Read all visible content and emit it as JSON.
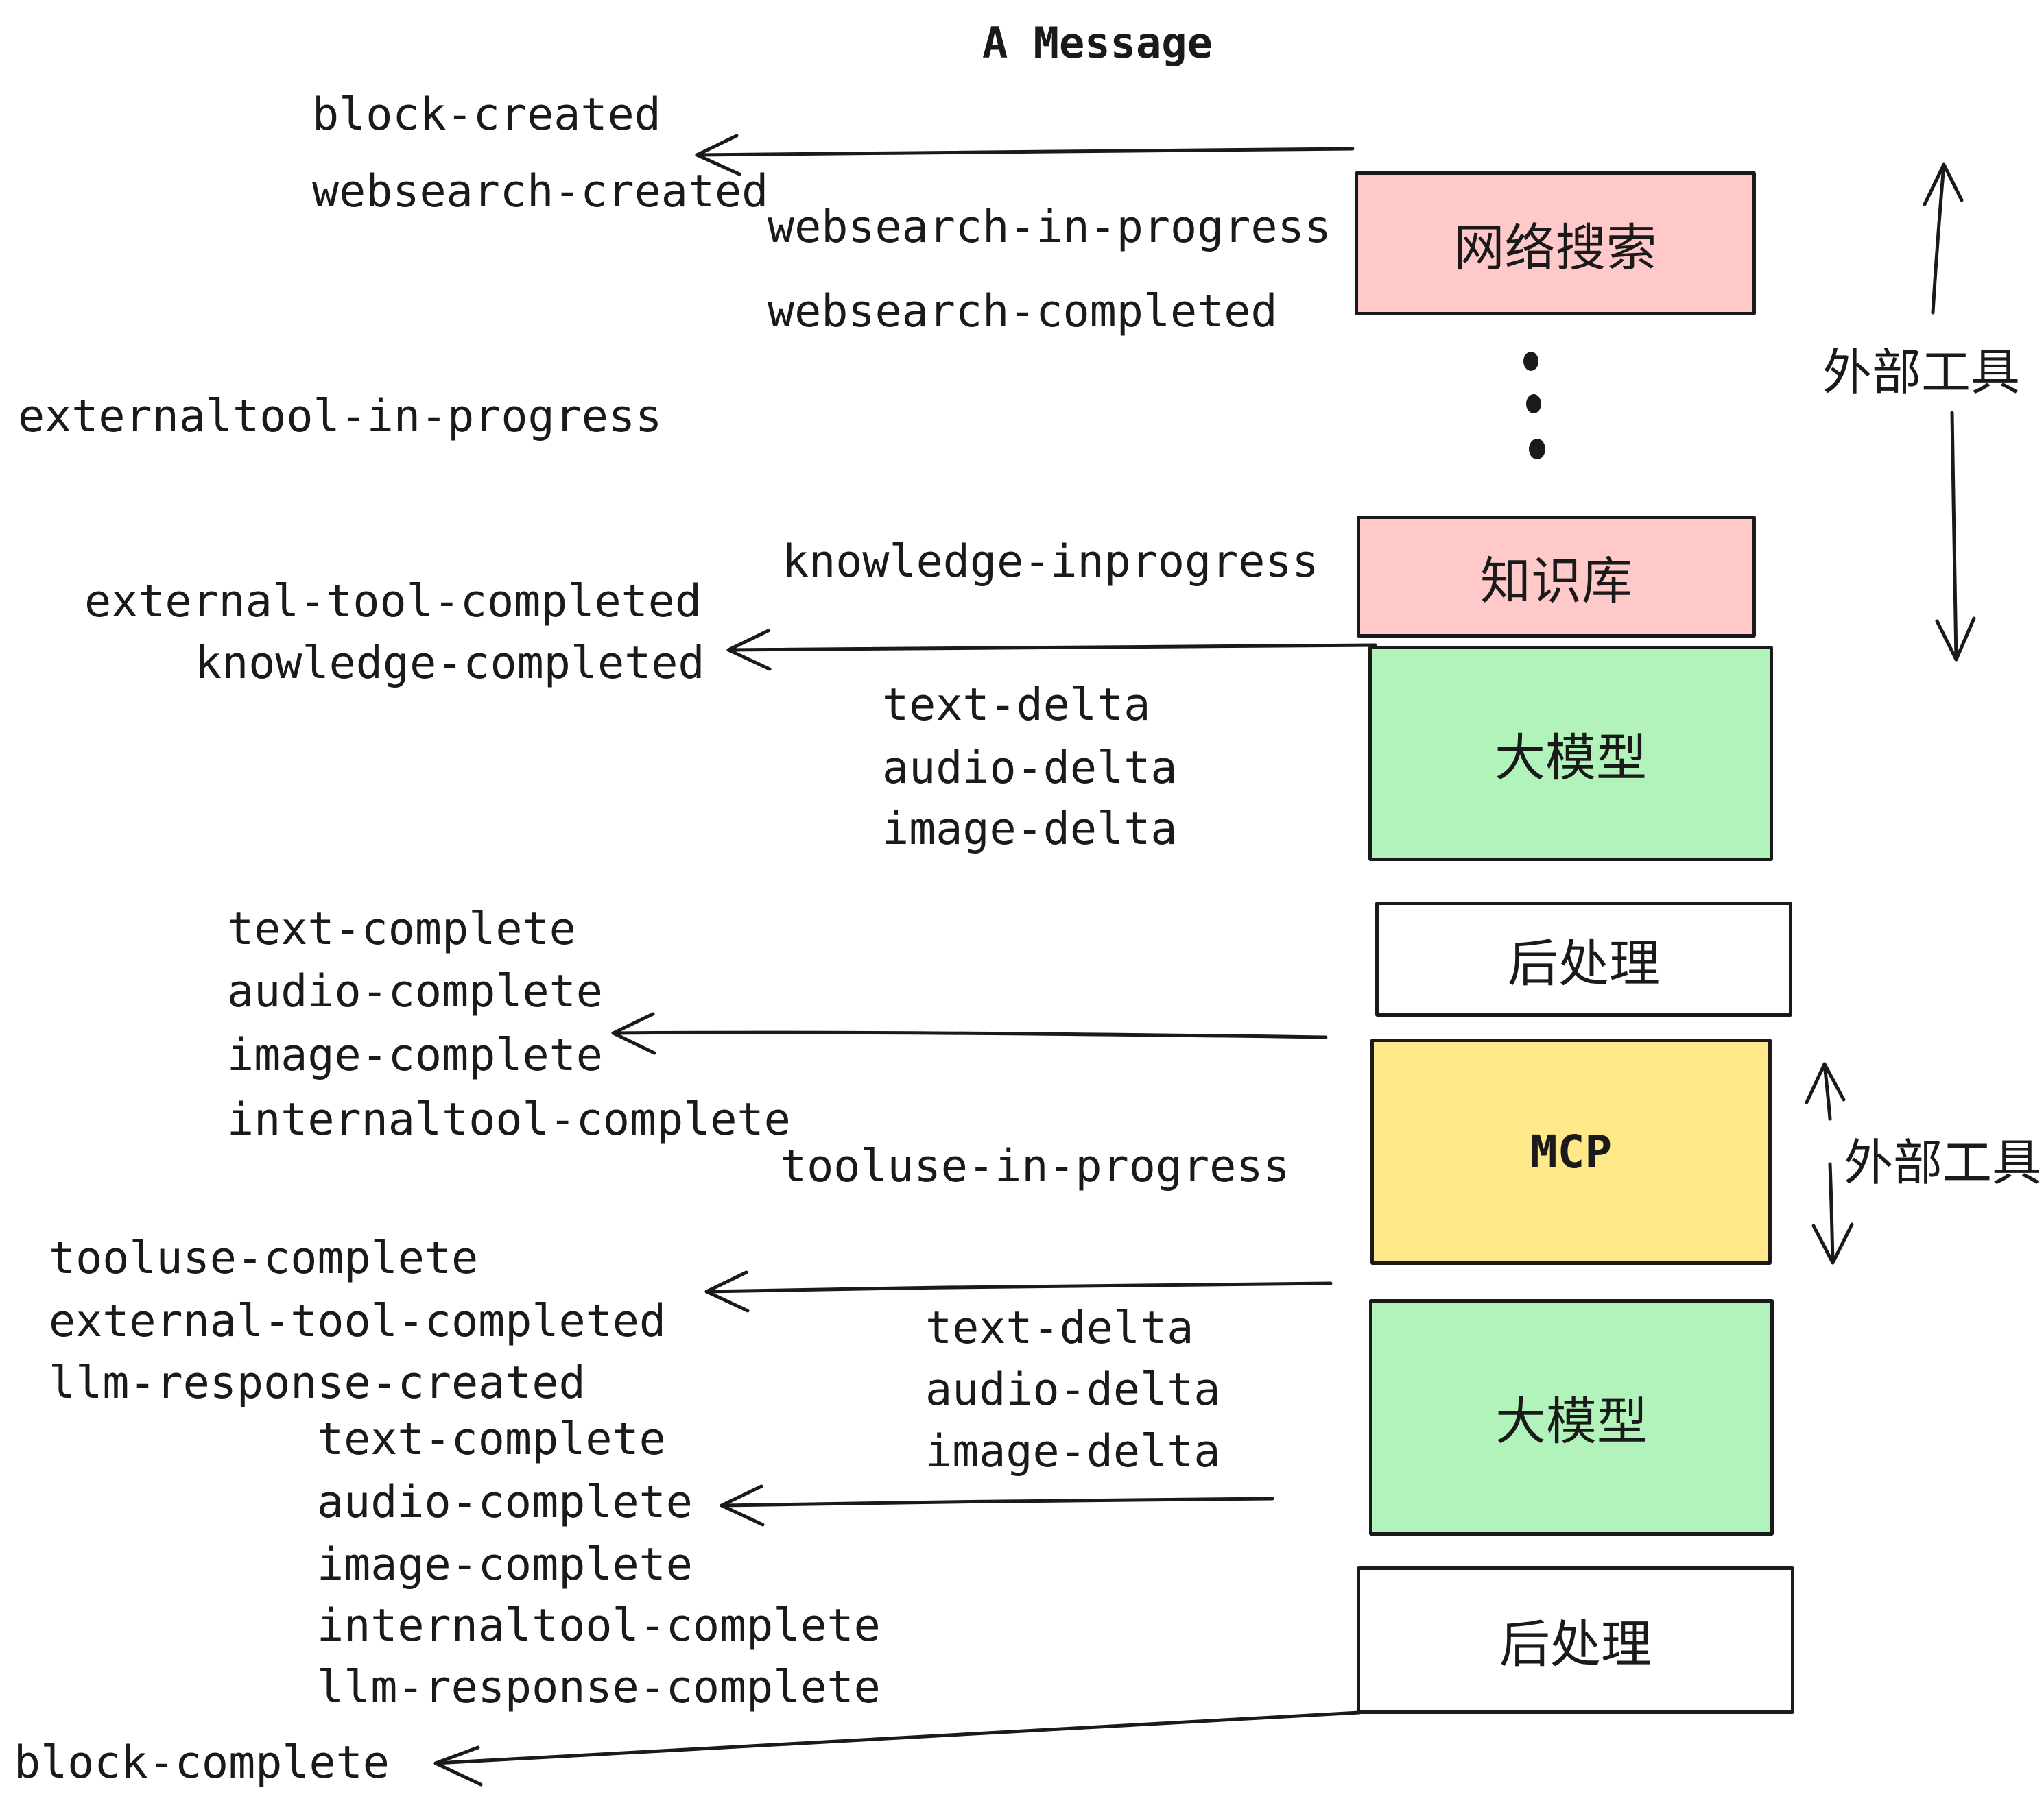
{
  "title": "A Message",
  "events": {
    "block_created": "block-created",
    "websearch_created": "websearch-created",
    "websearch_in_progress": "websearch-in-progress",
    "websearch_completed": "websearch-completed",
    "externaltool_in_progress": "externaltool-in-progress",
    "knowledge_inprogress": "knowledge-inprogress",
    "external_tool_completed": "external-tool-completed",
    "knowledge_completed": "knowledge-completed",
    "text_delta": "text-delta",
    "audio_delta": "audio-delta",
    "image_delta": "image-delta",
    "text_complete": "text-complete",
    "audio_complete": "audio-complete",
    "image_complete": "image-complete",
    "internaltool_complete": "internaltool-complete",
    "tooluse_in_progress": "tooluse-in-progress",
    "tooluse_complete": "tooluse-complete",
    "external_tool_completed_2": "external-tool-completed",
    "llm_response_created": "llm-response-created",
    "text_delta_2": "text-delta",
    "audio_delta_2": "audio-delta",
    "image_delta_2": "image-delta",
    "text_complete_2": "text-complete",
    "audio_complete_2": "audio-complete",
    "image_complete_2": "image-complete",
    "internaltool_complete_2": "internaltool-complete",
    "llm_response_complete": "llm-response-complete",
    "block_complete": "block-complete"
  },
  "boxes": [
    {
      "id": "websearch",
      "label": "网络搜索",
      "color": "#ffc9c9"
    },
    {
      "id": "knowledge",
      "label": "知识库",
      "color": "#ffc9c9"
    },
    {
      "id": "llm1",
      "label": "大模型",
      "color": "#b2f2bb"
    },
    {
      "id": "post1",
      "label": "后处理",
      "color": "#ffffff"
    },
    {
      "id": "mcp",
      "label": "MCP",
      "color": "#ffe88a"
    },
    {
      "id": "llm2",
      "label": "大模型",
      "color": "#b2f2bb"
    },
    {
      "id": "post2",
      "label": "后处理",
      "color": "#ffffff"
    }
  ],
  "side_labels": {
    "external_tools_top": "外部工具",
    "external_tools_mid": "外部工具"
  },
  "colors": {
    "ink": "#1a1a1a",
    "pink": "#ffc9c9",
    "green": "#b2f2bb",
    "yellow": "#ffe88a",
    "white": "#ffffff"
  }
}
